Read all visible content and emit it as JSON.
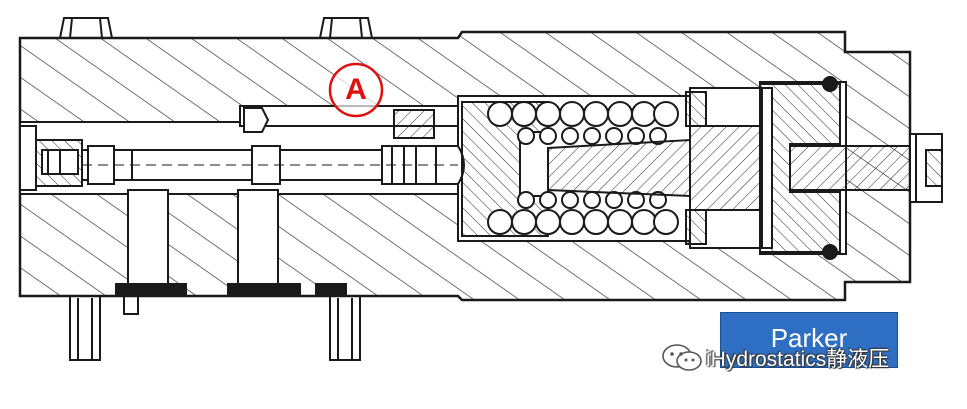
{
  "diagram": {
    "callout_label": "A",
    "brand_box_text": "Parker",
    "watermark_text": "iHydrostatics静液压",
    "colors": {
      "outline": "#1a1a1a",
      "hatch": "#2a2a2a",
      "callout": "#e01010",
      "brand_box": "#2f6fc3",
      "watermark_text": "#ffffff"
    },
    "icons": [
      "wechat-icon"
    ]
  }
}
